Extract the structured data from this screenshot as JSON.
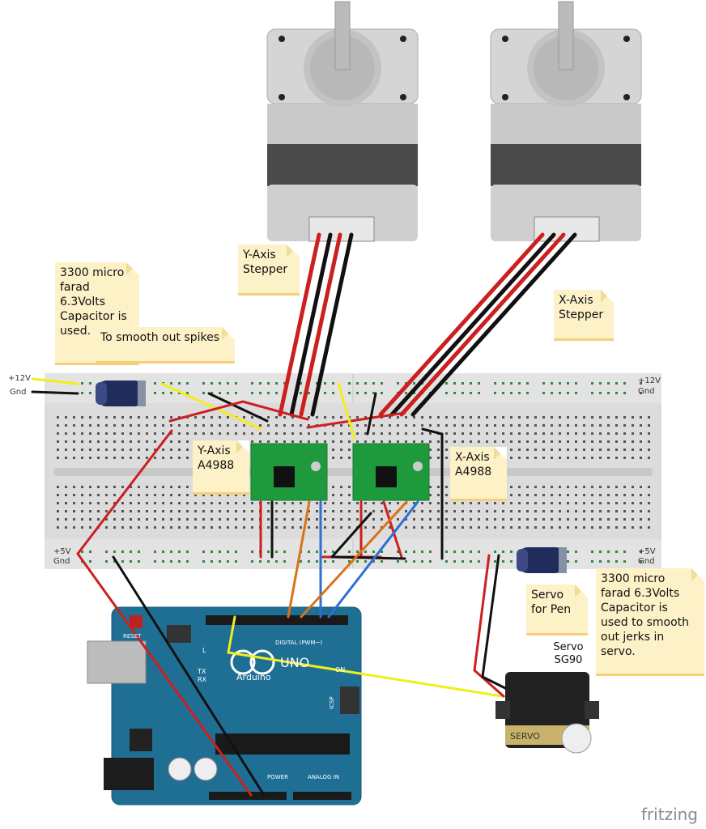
{
  "notes": {
    "cap_main": "3300 micro\nfarad\n6.3Volts\nCapacitor is\nused.",
    "cap_smooth": "To smooth out spikes",
    "y_stepper": "Y-Axis\nStepper",
    "x_stepper": "X-Axis\nStepper",
    "y_driver": "Y-Axis\nA4988",
    "x_driver": "X-Axis\nA4988",
    "servo_pen": "Servo\nfor Pen",
    "cap_servo": "3300 micro\nfarad 6.3Volts\nCapacitor is\nused to smooth\nout jerks in\nservo."
  },
  "rail_labels": {
    "left_top_pos": "+12V",
    "left_top_neg": "Gnd",
    "right_top_pos": "+12V",
    "right_top_neg": "Gnd",
    "left_bottom_pos": "+5V",
    "left_bottom_neg": "Gnd",
    "right_bottom_pos": "+5V",
    "right_bottom_neg": "Gnd"
  },
  "servo": {
    "label": "Servo\nSG90",
    "brand": "SERVO"
  },
  "arduino": {
    "brand": "Arduino",
    "model": "UNO",
    "digital": "DIGITAL (PWM~)",
    "power": "POWER",
    "analog": "ANALOG IN",
    "icsp": "ICSP",
    "reset": "RESET",
    "tx": "TX",
    "rx": "RX",
    "l": "L",
    "on": "ON"
  },
  "footer": {
    "brand": "fritzing"
  },
  "colors": {
    "wire_red": "#cc1f1f",
    "wire_black": "#111111",
    "wire_yellow": "#f2ee1a",
    "wire_blue": "#2f6fd1",
    "wire_orange": "#d9731a",
    "driver_green": "#1e9a3c",
    "arduino_blue": "#1f6f95",
    "breadboard": "#dcdcdc",
    "note_fill": "#fdf1c8"
  }
}
